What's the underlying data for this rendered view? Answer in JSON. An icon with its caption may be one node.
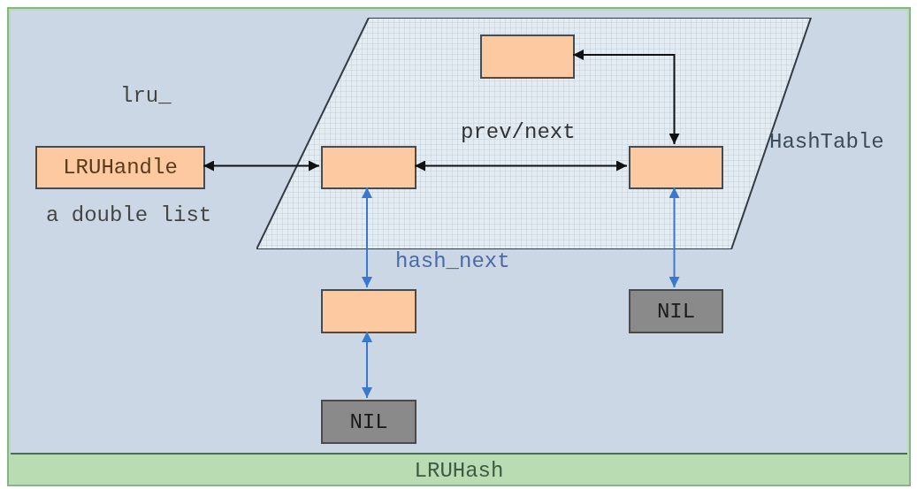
{
  "diagram": {
    "nodes": [
      {
        "text": [
          "LRUHash"
        ]
      },
      {
        "text": [
          "HashTable"
        ],
        "in": 0
      },
      {
        "text": [
          "LRUHandle"
        ],
        "in": 0
      },
      {
        "text": [],
        "shape": "box",
        "in": 1
      },
      {
        "text": [],
        "shape": "box",
        "in": 1
      },
      {
        "text": [],
        "shape": "box",
        "in": 1
      },
      {
        "text": [],
        "shape": "box",
        "in": 0
      },
      {
        "text": [
          "NIL"
        ],
        "in": 0
      },
      {
        "text": [
          "NIL"
        ],
        "in": 0
      }
    ],
    "edges": [
      {
        "from": 2,
        "to": 4,
        "arrow": "both"
      },
      {
        "from": 4,
        "to": 5,
        "arrow": "both",
        "label": "prev/next"
      },
      {
        "from": 3,
        "to": 5,
        "arrow": "both"
      },
      {
        "from": 4,
        "to": 6,
        "arrow": "both",
        "label": "hash_next",
        "color": "#3a78d0"
      },
      {
        "from": 5,
        "to": 7,
        "arrow": "both",
        "color": "#3a78d0"
      },
      {
        "from": 6,
        "to": 8,
        "arrow": "both",
        "color": "#3a78d0"
      }
    ],
    "labels": [
      "lru_",
      "a double list"
    ]
  }
}
